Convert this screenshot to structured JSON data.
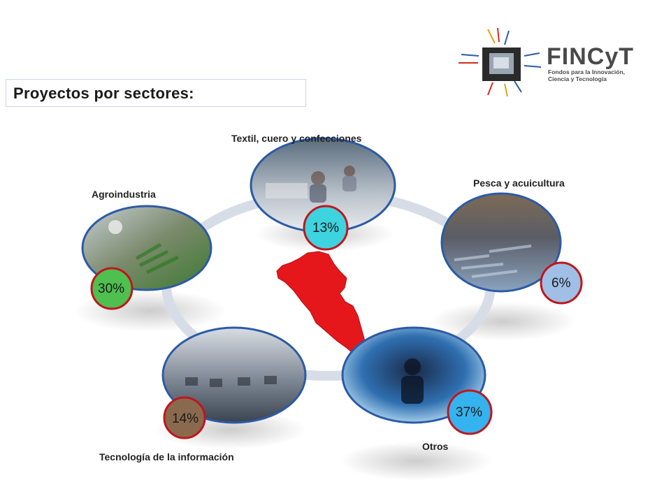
{
  "title": "Proyectos por sectores:",
  "logo": {
    "name": "FINCyT",
    "subtitle_line1": "Fondos para la Innovación,",
    "subtitle_line2": "Ciencia y Tecnología"
  },
  "sectors": [
    {
      "name": "Textil, cuero y confecciones",
      "percent": "13%",
      "badge_color": "#3ed4df"
    },
    {
      "name": "Pesca y acuicultura",
      "percent": "6%",
      "badge_color": "#9fbfe6"
    },
    {
      "name": "Agroindustria",
      "percent": "30%",
      "badge_color": "#4fbf4f"
    },
    {
      "name": "Tecnología de la información",
      "percent": "14%",
      "badge_color": "#8a6a4f"
    },
    {
      "name": "Otros",
      "percent": "37%",
      "badge_color": "#35b3ee"
    }
  ],
  "colors": {
    "ring": "#d7dde7",
    "badge_border": "#c0161d",
    "circle_border": "#2c5aa6",
    "map": "#e5171b"
  }
}
